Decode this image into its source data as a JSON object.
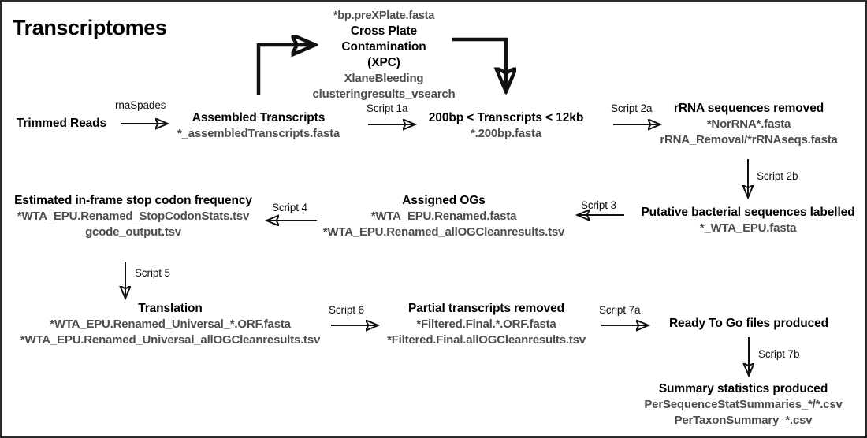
{
  "page_title": "Transcriptomes",
  "colors": {
    "title_text": "#000000",
    "file_text": "#4d4d4d",
    "arrow": "#111111",
    "border": "#2b2b2b",
    "background": "#ffffff"
  },
  "nodes": {
    "trimmed_reads": {
      "title": "Trimmed Reads",
      "files": []
    },
    "assembled_transcripts": {
      "title": "Assembled Transcripts",
      "files": [
        "*_assembledTranscripts.fasta"
      ]
    },
    "xpc": {
      "pre_file": "*bp.preXPlate.fasta",
      "title_lines": [
        "Cross Plate",
        "Contamination",
        "(XPC)"
      ],
      "files": [
        "XlaneBleeding",
        "clusteringresults_vsearch"
      ]
    },
    "size_filter": {
      "title": "200bp < Transcripts < 12kb",
      "files": [
        "*.200bp.fasta"
      ]
    },
    "rrna_removed": {
      "title": "rRNA sequences removed",
      "files": [
        "*NorRNA*.fasta",
        "rRNA_Removal/*rRNAseqs.fasta"
      ]
    },
    "bacterial_labelled": {
      "title": "Putative bacterial sequences labelled",
      "files": [
        "*_WTA_EPU.fasta"
      ]
    },
    "assigned_ogs": {
      "title": "Assigned OGs",
      "files": [
        "*WTA_EPU.Renamed.fasta",
        "*WTA_EPU.Renamed_allOGCleanresults.tsv"
      ]
    },
    "stop_codon": {
      "title": "Estimated in-frame stop codon frequency",
      "files": [
        "*WTA_EPU.Renamed_StopCodonStats.tsv",
        "gcode_output.tsv"
      ]
    },
    "translation": {
      "title": "Translation",
      "files": [
        "*WTA_EPU.Renamed_Universal_*.ORF.fasta",
        "*WTA_EPU.Renamed_Universal_allOGCleanresults.tsv"
      ]
    },
    "partial_removed": {
      "title": "Partial transcripts removed",
      "files": [
        "*Filtered.Final.*.ORF.fasta",
        "*Filtered.Final.allOGCleanresults.tsv"
      ]
    },
    "ready_to_go": {
      "title": "Ready To Go files produced",
      "files": []
    },
    "summary_stats": {
      "title": "Summary statistics produced",
      "files": [
        "PerSequenceStatSummaries_*/*.csv",
        "PerTaxonSummary_*.csv"
      ]
    }
  },
  "edges": {
    "rnaspades": "rnaSpades",
    "script_1a": "Script 1a",
    "script_2a": "Script 2a",
    "script_2b": "Script 2b",
    "script_3": "Script 3",
    "script_4": "Script 4",
    "script_5": "Script 5",
    "script_6": "Script 6",
    "script_7a": "Script 7a",
    "script_7b": "Script 7b"
  }
}
